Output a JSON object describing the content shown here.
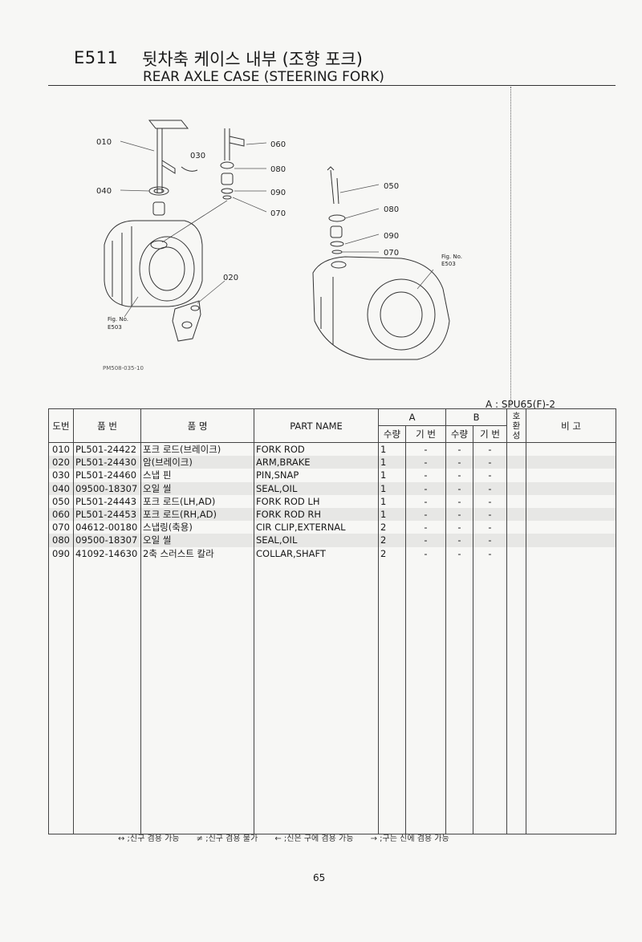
{
  "header": {
    "code": "E511",
    "title_kr": "뒷차축 케이스 내부 (조향 포크)",
    "title_en": "REAR AXLE CASE (STEERING FORK)"
  },
  "figure": {
    "code": "PM508-035-10",
    "callouts": [
      "010",
      "030",
      "040",
      "060",
      "080",
      "090",
      "070",
      "020",
      "050",
      "080",
      "090",
      "070"
    ],
    "fig_ref_left": "Fig. No.",
    "fig_ref_left_num": "E503",
    "fig_ref_right": "Fig. No.",
    "fig_ref_right_num": "E503"
  },
  "model_label": "A : SPU65(F)-2",
  "table": {
    "headers": {
      "seq": "도번",
      "part_no": "품  번",
      "name_kr": "품      명",
      "part_name": "PART  NAME",
      "group_a": "A",
      "group_b": "B",
      "qty": "수량",
      "base": "기 번",
      "compat": "호환성",
      "remarks": "비  고"
    },
    "rows": [
      {
        "seq": "010",
        "part_no": "PL501-24422",
        "name_kr": "포크 로드(브레이크)",
        "part_name": "FORK ROD",
        "a_qty": "1",
        "a_base": "-",
        "b_qty": "-",
        "b_base": "-"
      },
      {
        "seq": "020",
        "part_no": "PL501-24430",
        "name_kr": "암(브레이크)",
        "part_name": "ARM,BRAKE",
        "a_qty": "1",
        "a_base": "-",
        "b_qty": "-",
        "b_base": "-"
      },
      {
        "seq": "030",
        "part_no": "PL501-24460",
        "name_kr": "스냅 핀",
        "part_name": "PIN,SNAP",
        "a_qty": "1",
        "a_base": "-",
        "b_qty": "-",
        "b_base": "-"
      },
      {
        "seq": "040",
        "part_no": "09500-18307",
        "name_kr": "오일 씰",
        "part_name": "SEAL,OIL",
        "a_qty": "1",
        "a_base": "-",
        "b_qty": "-",
        "b_base": "-"
      },
      {
        "seq": "050",
        "part_no": "PL501-24443",
        "name_kr": "포크 로드(LH,AD)",
        "part_name": "FORK ROD LH",
        "a_qty": "1",
        "a_base": "-",
        "b_qty": "-",
        "b_base": "-"
      },
      {
        "seq": "060",
        "part_no": "PL501-24453",
        "name_kr": "포크 로드(RH,AD)",
        "part_name": "FORK ROD RH",
        "a_qty": "1",
        "a_base": "-",
        "b_qty": "-",
        "b_base": "-"
      },
      {
        "seq": "070",
        "part_no": "04612-00180",
        "name_kr": "스냅링(축용)",
        "part_name": "CIR CLIP,EXTERNAL",
        "a_qty": "2",
        "a_base": "-",
        "b_qty": "-",
        "b_base": "-"
      },
      {
        "seq": "080",
        "part_no": "09500-18307",
        "name_kr": "오일 씰",
        "part_name": "SEAL,OIL",
        "a_qty": "2",
        "a_base": "-",
        "b_qty": "-",
        "b_base": "-"
      },
      {
        "seq": "090",
        "part_no": "41092-14630",
        "name_kr": "2축 스러스트 칼라",
        "part_name": "COLLAR,SHAFT",
        "a_qty": "2",
        "a_base": "-",
        "b_qty": "-",
        "b_base": "-"
      }
    ]
  },
  "legend": [
    "↔ ;신구 겸용 가능",
    "≠ ;신구 겸용 불가",
    "← ;신은 구에 겸용 가능",
    "→ ;구는 신에 겸용 가능"
  ],
  "page_number": "65"
}
